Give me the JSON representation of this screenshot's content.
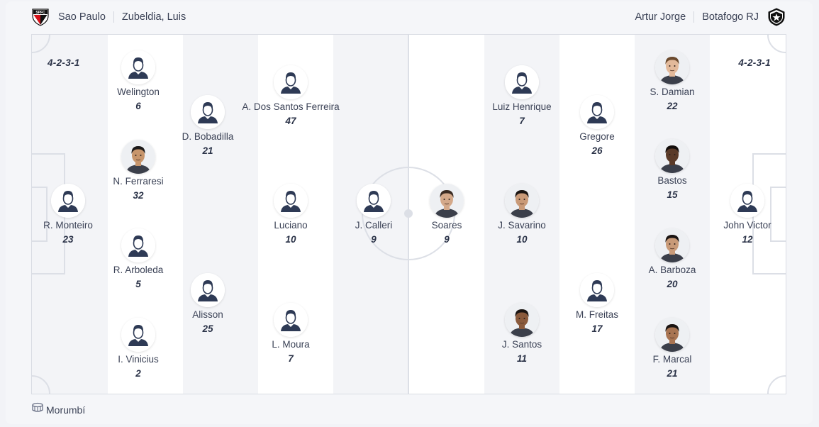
{
  "home": {
    "team": "Sao Paulo",
    "coach": "Zubeldia, Luis",
    "formation": "4-2-3-1",
    "players": [
      {
        "name": "R. Monteiro",
        "number": "23",
        "photo": false
      },
      {
        "name": "Welington",
        "number": "6",
        "photo": false
      },
      {
        "name": "N. Ferraresi",
        "number": "32",
        "photo": true,
        "skin": "#c7956b",
        "hair": "#1c1a1a"
      },
      {
        "name": "R. Arboleda",
        "number": "5",
        "photo": false
      },
      {
        "name": "I. Vinicius",
        "number": "2",
        "photo": false
      },
      {
        "name": "D. Bobadilla",
        "number": "21",
        "photo": false
      },
      {
        "name": "Alisson",
        "number": "25",
        "photo": false
      },
      {
        "name": "A. Dos Santos Ferreira",
        "number": "47",
        "photo": false
      },
      {
        "name": "Luciano",
        "number": "10",
        "photo": false
      },
      {
        "name": "L. Moura",
        "number": "7",
        "photo": false
      },
      {
        "name": "J. Calleri",
        "number": "9",
        "photo": false
      }
    ]
  },
  "away": {
    "team": "Botafogo RJ",
    "coach": "Artur Jorge",
    "formation": "4-2-3-1",
    "players": [
      {
        "name": "Soares",
        "number": "9",
        "photo": true,
        "skin": "#d4a98a",
        "hair": "#3a2b22"
      },
      {
        "name": "Luiz Henrique",
        "number": "7",
        "photo": false
      },
      {
        "name": "J. Savarino",
        "number": "10",
        "photo": true,
        "skin": "#c99a78",
        "hair": "#1a1412"
      },
      {
        "name": "J. Santos",
        "number": "11",
        "photo": true,
        "skin": "#8a5a3c",
        "hair": "#1a1412"
      },
      {
        "name": "Gregore",
        "number": "26",
        "photo": false
      },
      {
        "name": "M. Freitas",
        "number": "17",
        "photo": false
      },
      {
        "name": "S. Damian",
        "number": "22",
        "photo": true,
        "skin": "#e2b99a",
        "hair": "#6b4a2e"
      },
      {
        "name": "Bastos",
        "number": "15",
        "photo": true,
        "skin": "#5a3a28",
        "hair": "#120d0b"
      },
      {
        "name": "A. Barboza",
        "number": "20",
        "photo": true,
        "skin": "#c89a78",
        "hair": "#1a1412"
      },
      {
        "name": "F. Marcal",
        "number": "21",
        "photo": true,
        "skin": "#a87452",
        "hair": "#1a1412"
      },
      {
        "name": "John Victor",
        "number": "12",
        "photo": false
      }
    ]
  },
  "venue": "Morumbí",
  "icons": {
    "home_crest": "sao-paulo-crest-icon",
    "away_crest": "botafogo-crest-icon",
    "stadium": "stadium-icon",
    "placeholder": "player-silhouette-icon"
  },
  "colors": {
    "pitch_stripe_dark": "#f3f4f7",
    "pitch_stripe_light": "#ffffff",
    "pitch_lines": "#dcdfe6",
    "text": "#2b3348",
    "silhouette": "#2e3a55"
  }
}
